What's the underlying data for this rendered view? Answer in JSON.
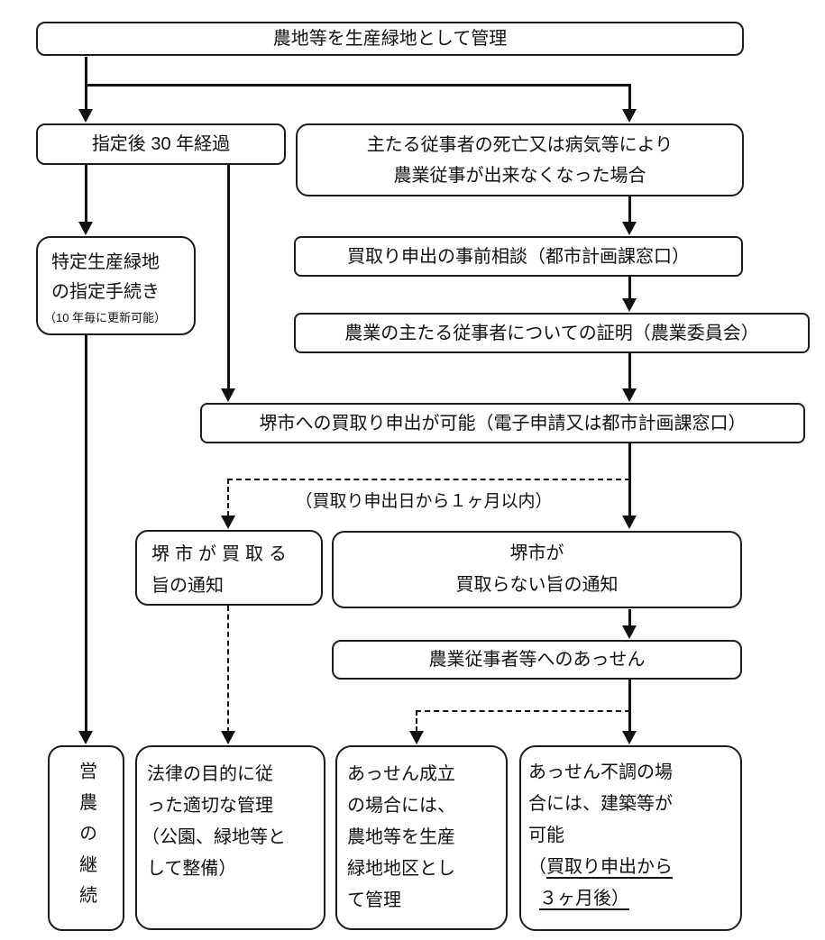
{
  "diagram": {
    "title_box": "農地等を生産緑地として管理",
    "boxes": {
      "shitei": "指定後 30 年経過",
      "omotaru": {
        "line1": "主たる従事者の死亡又は病気等により",
        "line2": "農業従事が出来なくなった場合"
      },
      "tokutei": {
        "line1": "特定生産緑地",
        "line2": "の指定手続き",
        "note": "（10 年毎に更新可能）"
      },
      "jizen": "買取り申出の事前相談（都市計画課窓口）",
      "shomei": "農業の主たる従事者についての証明（農業委員会）",
      "kaitori": "堺市への買取り申出が可能（電子申請又は都市計画課窓口）",
      "kaitoru": {
        "line1": "堺市が買取る",
        "line2": "旨の通知"
      },
      "kaitoranai": {
        "line1": "堺市が",
        "line2": "買取らない旨の通知"
      },
      "assen": "農業従事者等へのあっせん",
      "einou": "営農の継続",
      "houritsu": {
        "line1": "法律の目的に従",
        "line2": "った適切な管理",
        "line3": "（公園、緑地等と",
        "line4": "して整備）"
      },
      "seiritsu": {
        "line1": "あっせん成立",
        "line2": "の場合には、",
        "line3": "農地等を生産",
        "line4": "緑地地区とし",
        "line5": "て管理"
      },
      "fuchou": {
        "line1": "あっせん不調の場",
        "line2": "合には、建築等が",
        "line3": "可能",
        "line4_open": "（",
        "line4_underlined": "買取り申出から",
        "line5_underlined": "３ヶ月後）"
      }
    },
    "labels": {
      "one_month": "（買取り申出日から１ヶ月以内）"
    }
  }
}
